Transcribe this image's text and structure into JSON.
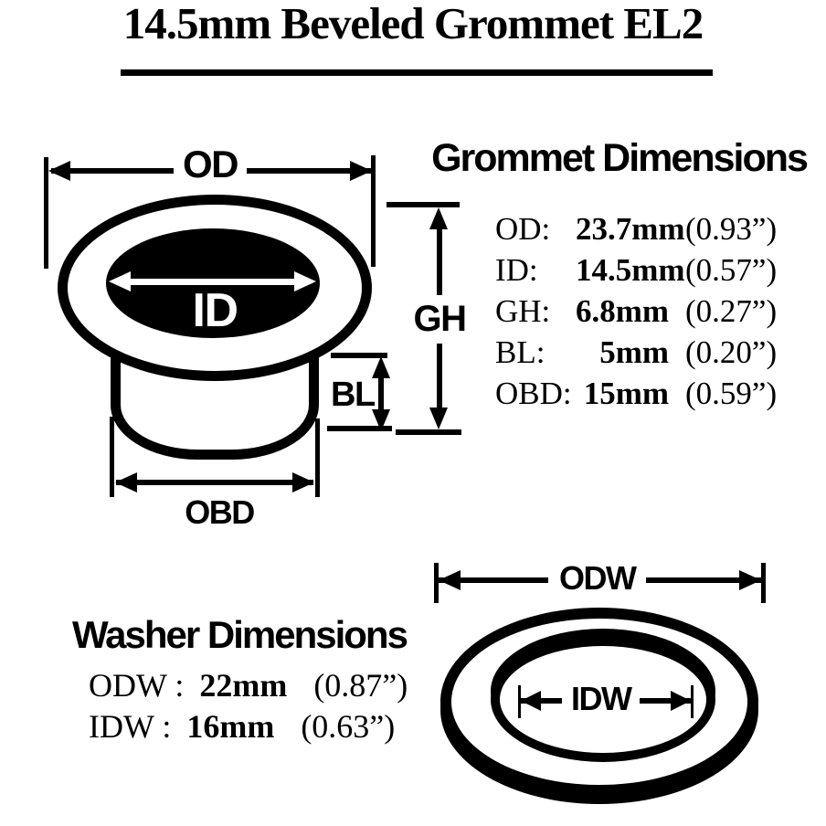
{
  "title": "14.5mm Beveled Grommet EL2",
  "grommet": {
    "heading": "Grommet Dimensions",
    "labels": {
      "od": "OD",
      "id": "ID",
      "gh": "GH",
      "bl": "BL",
      "obd": "OBD"
    },
    "rows": [
      {
        "label": "OD:",
        "metric": "23.7mm",
        "imperial": "(0.93”)"
      },
      {
        "label": "ID:",
        "metric": "14.5mm",
        "imperial": "(0.57”)"
      },
      {
        "label": "GH:",
        "metric": "6.8mm",
        "imperial": "(0.27”)"
      },
      {
        "label": "BL:",
        "metric": "5mm",
        "imperial": "(0.20”)"
      },
      {
        "label": "OBD:",
        "metric": "15mm",
        "imperial": "(0.59”)"
      }
    ]
  },
  "washer": {
    "heading": "Washer Dimensions",
    "labels": {
      "odw": "ODW",
      "idw": "IDW"
    },
    "rows": [
      {
        "label": "ODW :",
        "metric": "22mm",
        "imperial": "(0.87”)"
      },
      {
        "label": "IDW :",
        "metric": "16mm",
        "imperial": "(0.63”)"
      }
    ]
  },
  "colors": {
    "ink": "#000000",
    "paper": "#ffffff"
  }
}
